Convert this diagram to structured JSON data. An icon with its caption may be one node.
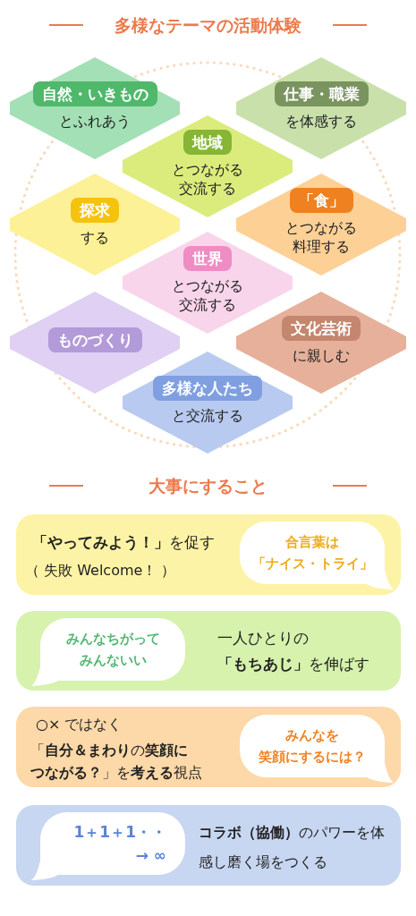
{
  "diagram": {
    "title": "多様なテーマの活動体験",
    "nodes": [
      {
        "text": [
          "自然・いきもの",
          "とふれあう"
        ]
      },
      {
        "text": [
          "仕事・職業",
          "を体感する"
        ]
      },
      {
        "text": [
          "地域",
          "とつながる交流する"
        ]
      },
      {
        "text": [
          "探求",
          "する"
        ]
      },
      {
        "text": [
          "「食」",
          "とつながる料理する"
        ]
      },
      {
        "text": [
          "世界",
          "とつながる交流する"
        ]
      },
      {
        "text": [
          "ものづくり"
        ]
      },
      {
        "text": [
          "文化芸術",
          "に親しむ"
        ]
      },
      {
        "text": [
          "多様な人たち",
          "と交流する"
        ]
      },
      {
        "text": [
          "**「やってみよう！」**を促す",
          "（ 失敗 Welcome！ ）"
        ]
      },
      {
        "text": [
          "合言葉は「ナイス・トライ」"
        ],
        "in": 9
      },
      {
        "text": [
          "一人ひとりの**「もちあじ」**を伸ばす"
        ]
      },
      {
        "text": [
          "みんなちがってみんないい"
        ],
        "in": 11
      },
      {
        "text": [
          "○× ではなく",
          "「**自分＆まわり**の**笑顔につながる？**」を**考える**視点"
        ]
      },
      {
        "text": [
          "みんなを笑顔にするには？"
        ],
        "in": 13
      },
      {
        "text": [
          "**コラボ（協働）**のパワーを体感し磨く場をつくる"
        ]
      },
      {
        "text": [
          "1＋1＋1・・ → ∞"
        ],
        "in": 15
      }
    ],
    "labels": [
      "大事にすること"
    ]
  }
}
